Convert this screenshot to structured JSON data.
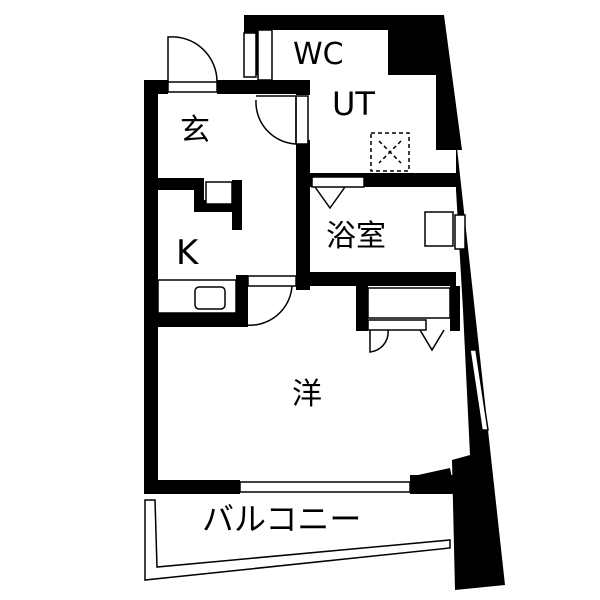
{
  "floorplan": {
    "rooms": {
      "wc": "WC",
      "ut": "UT",
      "genkan": "玄",
      "kitchen": "K",
      "bathroom": "浴室",
      "western_room": "洋",
      "balcony": "バルコニー"
    },
    "colors": {
      "wall": "#000000",
      "background": "#ffffff"
    }
  }
}
